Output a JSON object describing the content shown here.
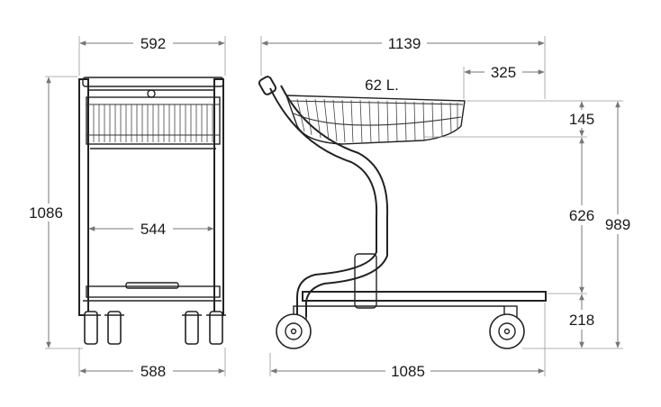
{
  "dimensions": {
    "front_top_width": "592",
    "front_inner_width": "544",
    "front_bottom_width": "588",
    "front_height": "1086",
    "side_total_length": "1139",
    "basket_overhang": "325",
    "basket_volume": "62 L.",
    "basket_depth": "145",
    "middle_height": "626",
    "total_height": "989",
    "bottom_height": "218",
    "side_base_length": "1085"
  }
}
